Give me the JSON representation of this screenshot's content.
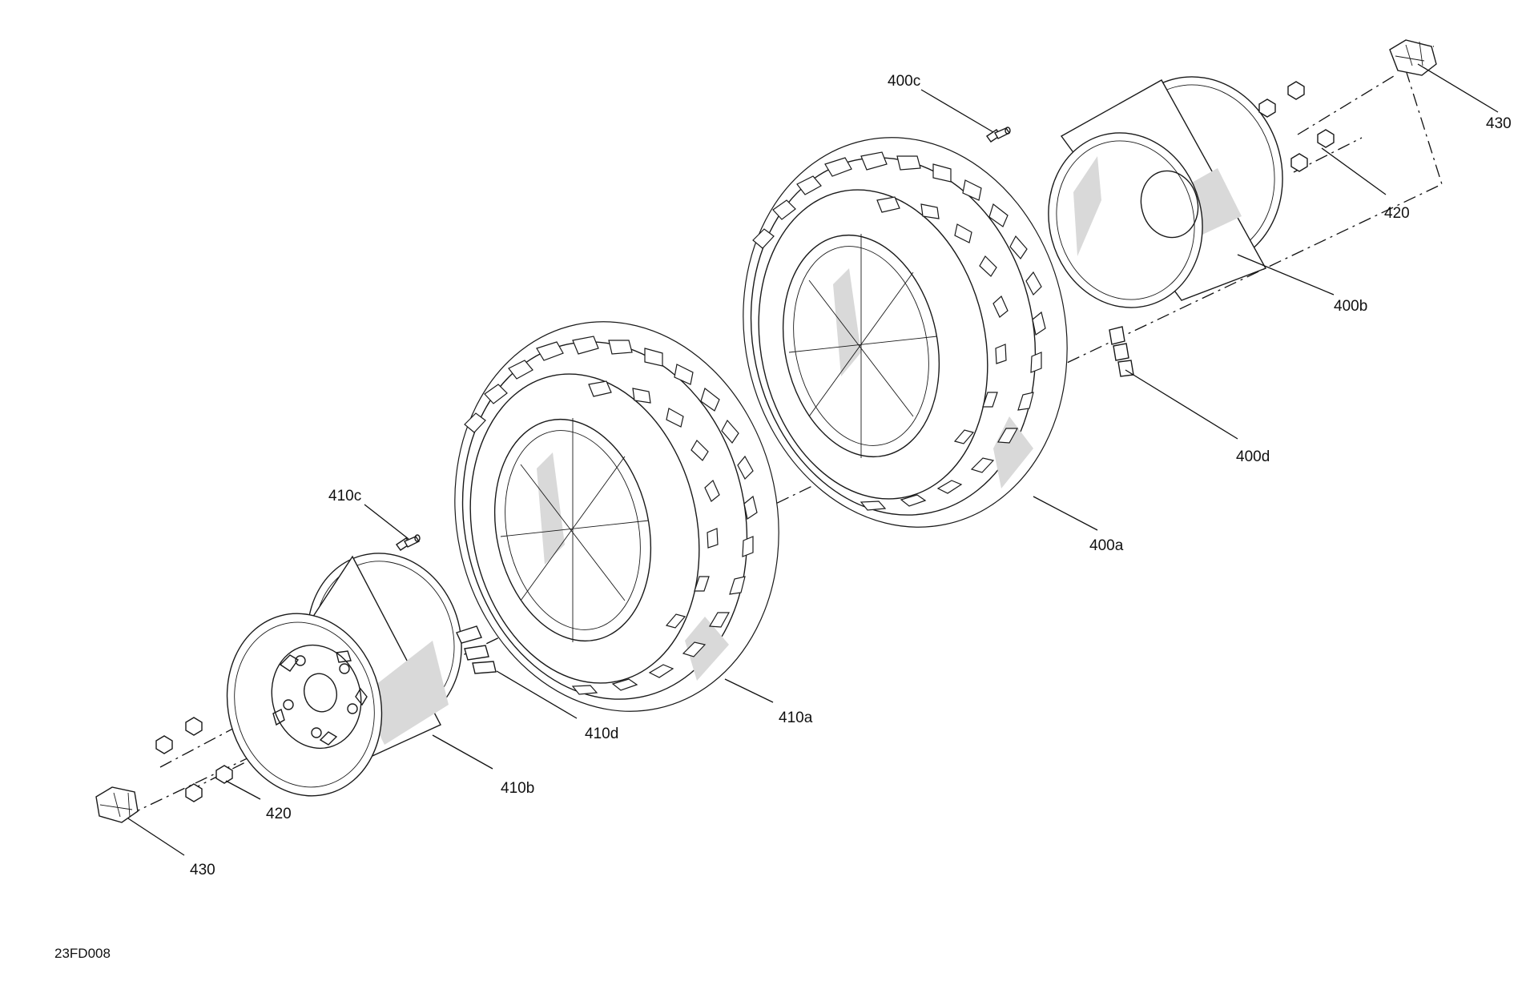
{
  "drawing_id": "23FD008",
  "callouts": {
    "c400a": "400a",
    "c400b": "400b",
    "c400c": "400c",
    "c400d": "400d",
    "c410a": "410a",
    "c410b": "410b",
    "c410c": "410c",
    "c410d": "410d",
    "c420_right": "420",
    "c420_left": "420",
    "c430_right": "430",
    "c430_left": "430"
  },
  "colors": {
    "line": "#1a1a1a",
    "shade": "#d9d9d9",
    "background": "#ffffff"
  }
}
